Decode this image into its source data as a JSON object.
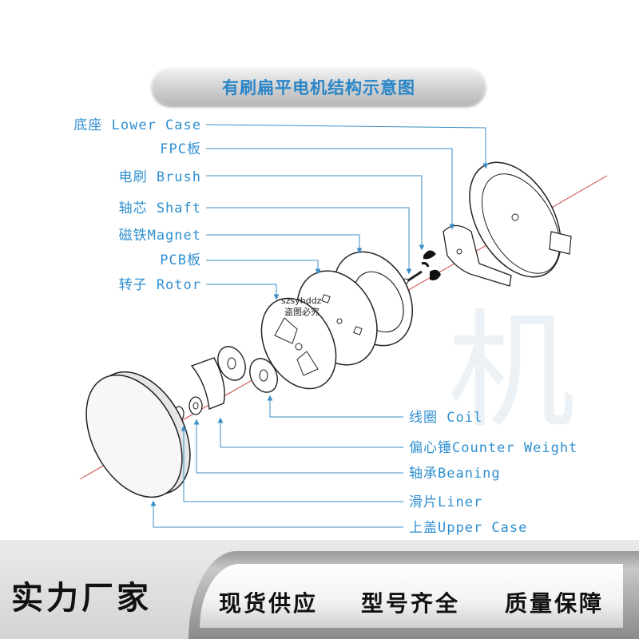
{
  "title": "有刷扁平电机结构示意图",
  "labels_left": [
    "底座 Lower Case",
    "FPC板",
    "电刷 Brush",
    "轴芯 Shaft",
    "磁铁Magnet",
    "PCB板",
    "转子 Rotor"
  ],
  "labels_right": [
    "线圈 Coil",
    "偏心锤Counter Weight",
    "轴承Beaning",
    "滑片Liner",
    "上盖Upper Case"
  ],
  "stamp": {
    "line1": "szsyhddz",
    "line2": "盗图必究"
  },
  "watermark": "机",
  "banner": {
    "main": "实力厂家",
    "items": [
      "现货供应",
      "型号齐全",
      "质量保障"
    ]
  },
  "colors": {
    "label": "#2f8fd0",
    "leader": "#3c8ec6",
    "axis": "#d04040",
    "title": "#2a86c8"
  }
}
